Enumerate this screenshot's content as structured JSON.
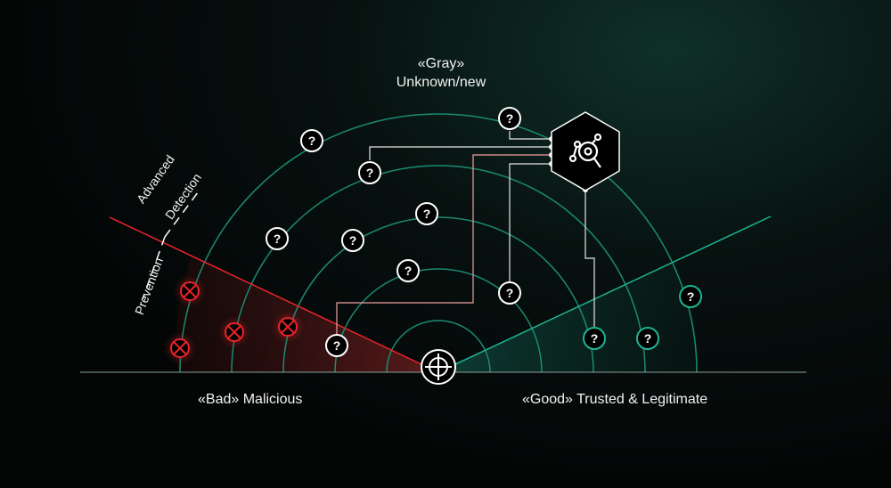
{
  "labels": {
    "gray_line1": "«Gray»",
    "gray_line2": "Unknown/new",
    "bad": "«Bad» Malicious",
    "good": "«Good» Trusted & Legitimate",
    "advanced_line1": "Advanced",
    "advanced_line2": "Detection",
    "prevention": "Prevention"
  },
  "unknown_marker": "?",
  "icons": {
    "hub": "analysis-hexagon-icon",
    "center": "target-icon",
    "malicious": "x-circle-icon"
  },
  "colors": {
    "red": "#e8232b",
    "green": "#1fb394",
    "white": "#ffffff"
  }
}
